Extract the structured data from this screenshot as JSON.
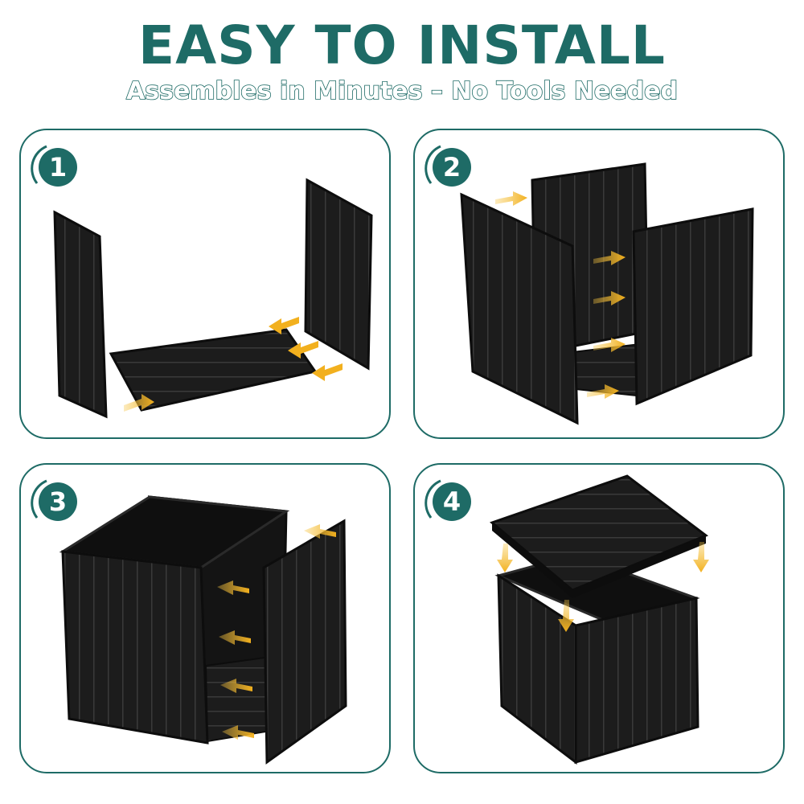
{
  "header": {
    "title": "EASY TO INSTALL",
    "subtitle": "Assembles in Minutes – No Tools Needed"
  },
  "steps": [
    {
      "number": "1"
    },
    {
      "number": "2"
    },
    {
      "number": "3"
    },
    {
      "number": "4"
    }
  ],
  "colors": {
    "brand_teal": "#1e6b66",
    "arrow_yellow": "#f2b01e",
    "product_black": "#1b1b1b",
    "background": "#ffffff"
  },
  "icons": {
    "step_badge": "numbered-circle-icon",
    "direction": "yellow-arrow-icon"
  }
}
